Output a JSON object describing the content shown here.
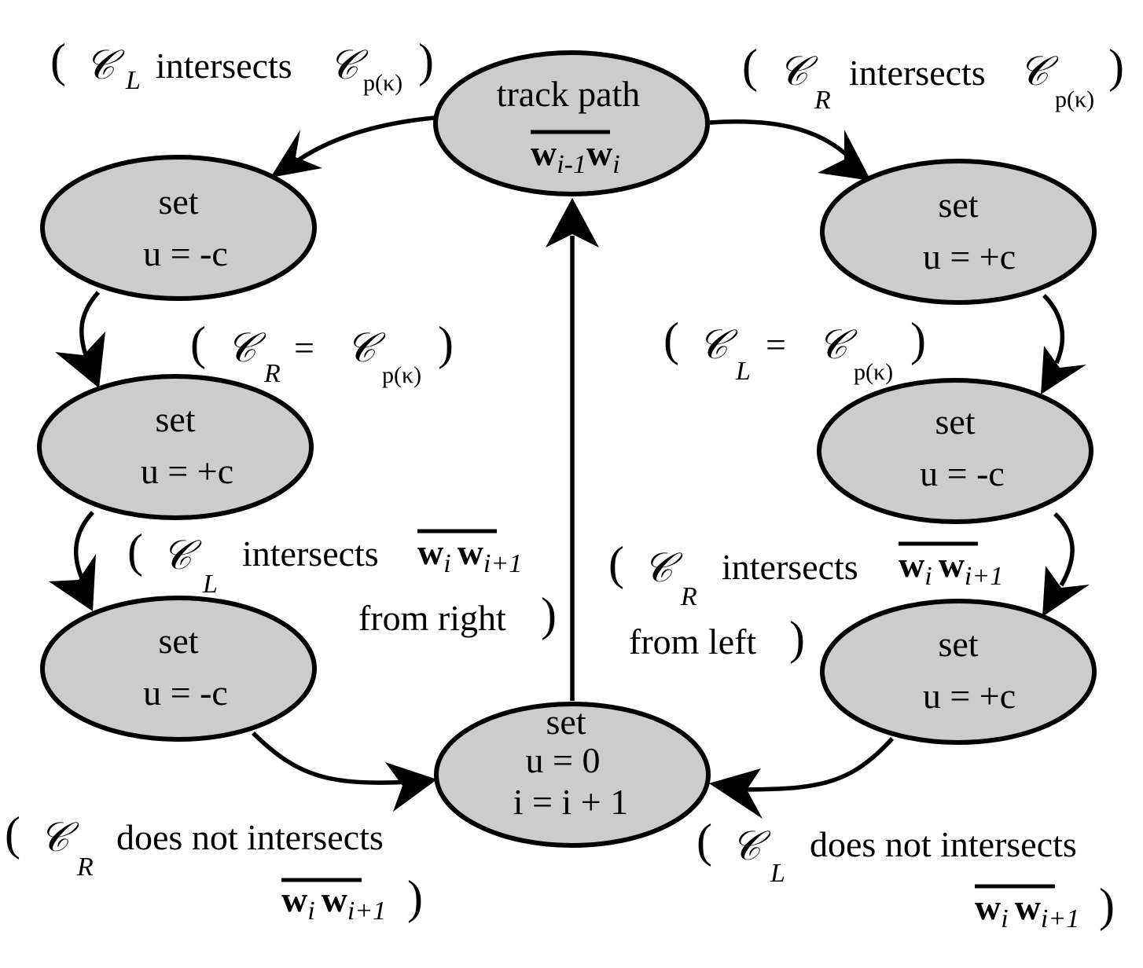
{
  "colors": {
    "node_fill": "#cccccc",
    "stroke": "#000000",
    "background": "#ffffff"
  },
  "symbols": {
    "C": "𝒞",
    "L": "L",
    "R": "R",
    "p": "p(κ)",
    "w": "w",
    "i": "i",
    "im1": "i-1",
    "ip1": "i+1",
    "lp": "(",
    "rp": ")"
  },
  "nodes": {
    "track": {
      "line1": "track path"
    },
    "left1": {
      "line1": "set",
      "line2": "u = -c"
    },
    "left2": {
      "line1": "set",
      "line2": "u = +c"
    },
    "left3": {
      "line1": "set",
      "line2": "u = -c"
    },
    "right1": {
      "line1": "set",
      "line2": "u = +c"
    },
    "right2": {
      "line1": "set",
      "line2": "u = -c"
    },
    "right3": {
      "line1": "set",
      "line2": "u = +c"
    },
    "bottom": {
      "line1": "set",
      "line2": "u = 0",
      "line3": "i = i + 1"
    }
  },
  "labels": {
    "intersects": "intersects",
    "equals": "=",
    "does_not_intersects": "does not intersects",
    "from_right": "from right",
    "from_left": "from left"
  }
}
